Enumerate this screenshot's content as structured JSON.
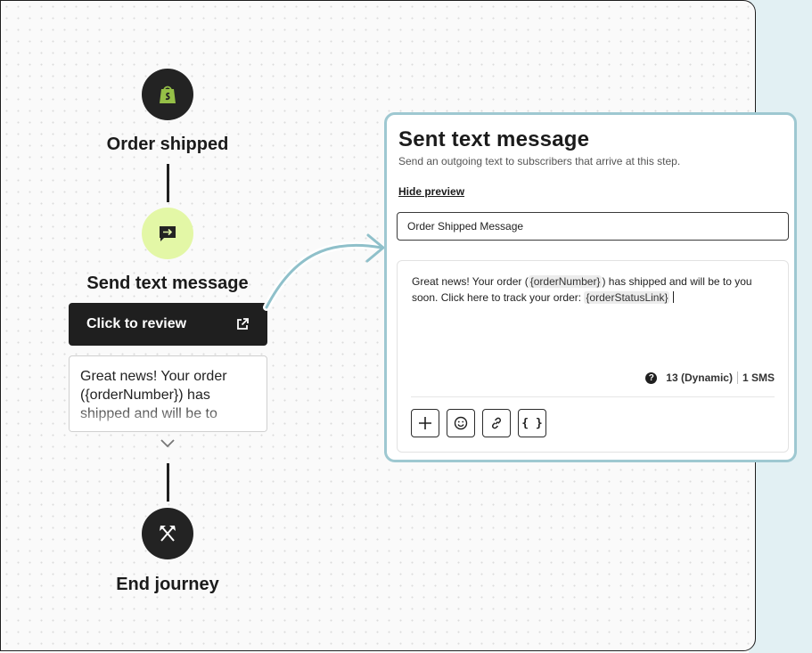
{
  "journey": {
    "trigger": {
      "label": "Order shipped",
      "icon": "shopify-bag-icon",
      "color": "#95bf47"
    },
    "sms_step": {
      "label": "Send text message",
      "icon": "message-arrow-icon",
      "review_label": "Click to review",
      "preview_text": "Great news! Your order ({orderNumber}) has shipped and will be to"
    },
    "end": {
      "label": "End journey",
      "icon": "crossed-axes-icon"
    }
  },
  "panel": {
    "title": "Sent text message",
    "subtitle": "Send an outgoing text to subscribers that arrive at this step.",
    "hide_preview_label": "Hide preview",
    "message_name": "Order Shipped Message",
    "message": {
      "part1": "Great news! Your order (",
      "token1": "{orderNumber}",
      "part2": ") has shipped and will be to you soon. Click here to track your order: ",
      "token2": "{orderStatusLink}"
    },
    "counter": {
      "chars": "13 (Dynamic)",
      "segments": "1 SMS"
    },
    "toolbar": [
      {
        "name": "add",
        "icon": "plus-icon"
      },
      {
        "name": "emoji",
        "icon": "smiley-icon"
      },
      {
        "name": "link",
        "icon": "link-icon"
      },
      {
        "name": "variable",
        "icon": "braces-icon",
        "glyph": "{ }"
      }
    ]
  },
  "colors": {
    "accent_lime": "#e3f7a6",
    "panel_border": "#9ec8d1",
    "dark": "#1f1f1f",
    "side_strip": "#e2f0f3"
  }
}
